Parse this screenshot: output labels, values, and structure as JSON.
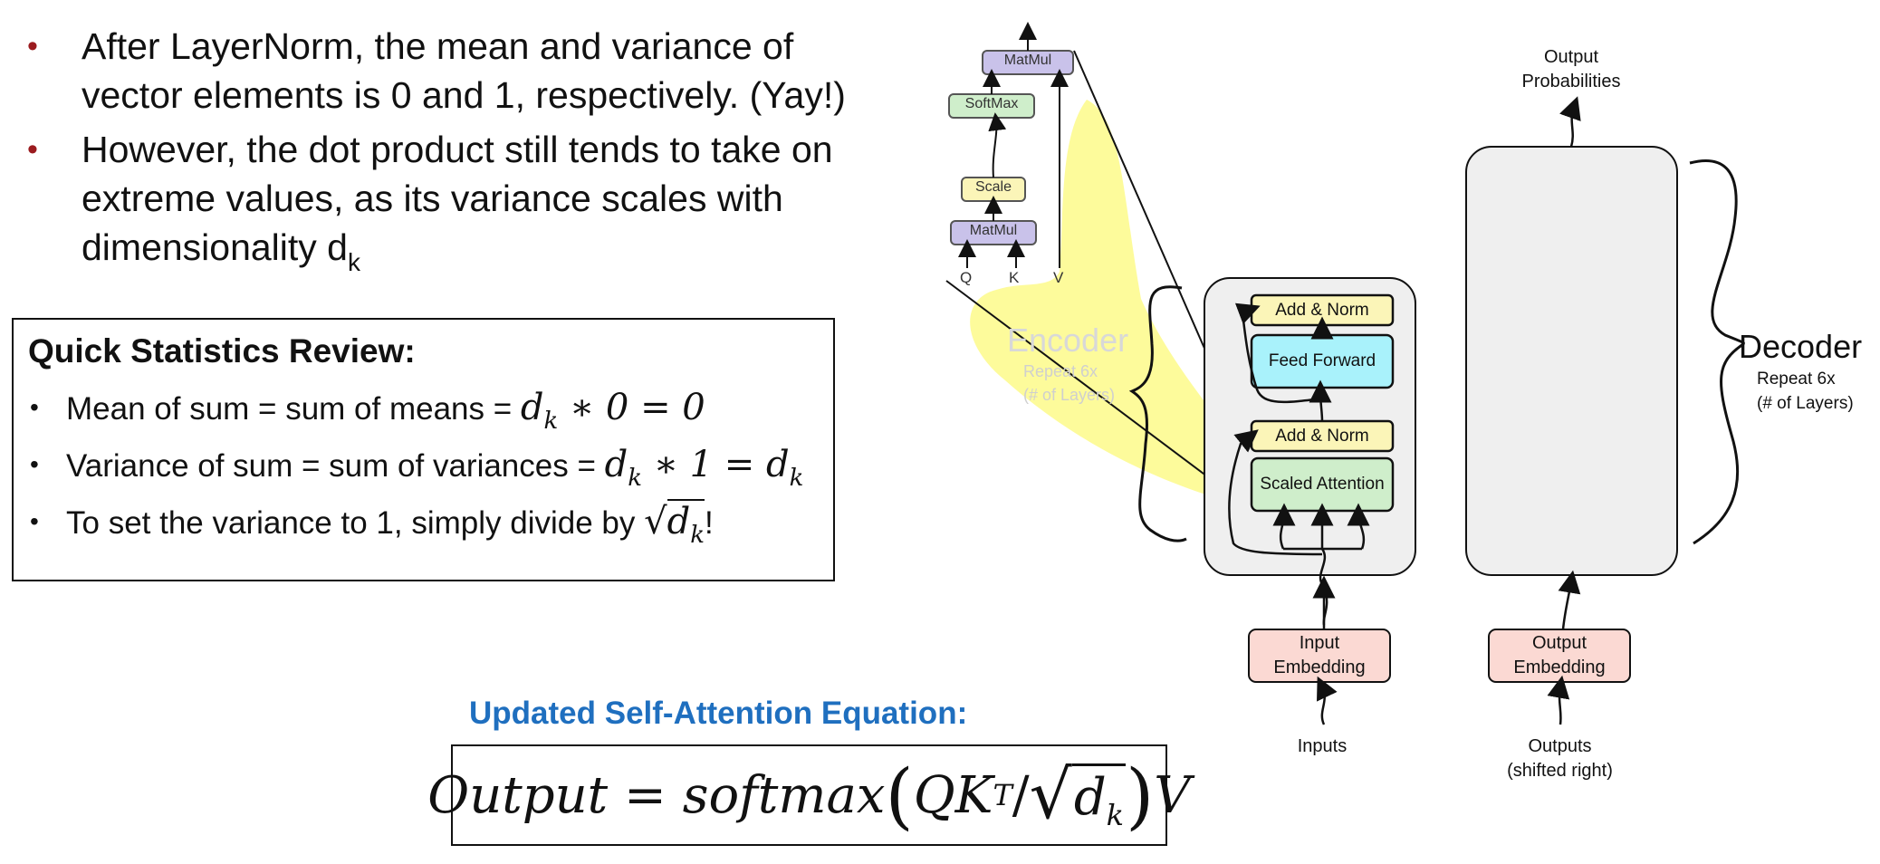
{
  "bullets": [
    {
      "text": "After LayerNorm, the mean and variance of vector elements is 0 and 1, respectively. (Yay!)"
    },
    {
      "text": "However, the dot product still tends to take on extreme values, as its variance scales with dimensionality d",
      "sub": "k"
    }
  ],
  "stats": {
    "title": "Quick Statistics Review:",
    "items": [
      {
        "text": "Mean of sum = sum of means = ",
        "math": "d",
        "math_sub": "k",
        "math_rest": " ∗ 0 = 0"
      },
      {
        "text": "Variance of sum = sum of variances = ",
        "math": "d",
        "math_sub": "k",
        "math_rest": " ∗ 1 = d",
        "math_sub2": "k"
      },
      {
        "text": "To set the variance to 1, simply divide by ",
        "rad": "d",
        "rad_sub": "k",
        "after": "!"
      }
    ]
  },
  "equation": {
    "title": "Updated Self-Attention Equation:",
    "lhs": "Output = softmax",
    "qk": "QK",
    "sup": "T",
    "slash": " / ",
    "rad": "d",
    "rad_sub": "k",
    "v": "V"
  },
  "attention_diagram": {
    "matmul_top": "MatMul",
    "softmax": "SoftMax",
    "scale": "Scale",
    "matmul_bottom": "MatMul",
    "q": "Q",
    "k": "K",
    "v": "V"
  },
  "encoder": {
    "title": "Encoder",
    "repeat": "Repeat 6x",
    "layers": "(# of Layers)",
    "add_norm_top": "Add & Norm",
    "feed_forward": "Feed Forward",
    "add_norm_bottom": "Add & Norm",
    "scaled_attention": "Scaled Attention",
    "input_embedding_1": "Input",
    "input_embedding_2": "Embedding",
    "inputs": "Inputs"
  },
  "decoder": {
    "title": "Decoder",
    "repeat": "Repeat 6x",
    "layers": "(# of Layers)",
    "output_prob_1": "Output",
    "output_prob_2": "Probabilities",
    "output_embedding_1": "Output",
    "output_embedding_2": "Embedding",
    "outputs_1": "Outputs",
    "outputs_2": "(shifted right)"
  },
  "colors": {
    "bullet_red": "#9b1b1f",
    "equation_title_blue": "#1f6fbf",
    "purple": "#c9c2ea",
    "green": "#cfeecb",
    "yellow": "#fbf5b8",
    "cyan": "#a9f2fb",
    "pink": "#fbd9d3",
    "highlight": "#fdfa8a",
    "block_gray": "#efefef"
  }
}
